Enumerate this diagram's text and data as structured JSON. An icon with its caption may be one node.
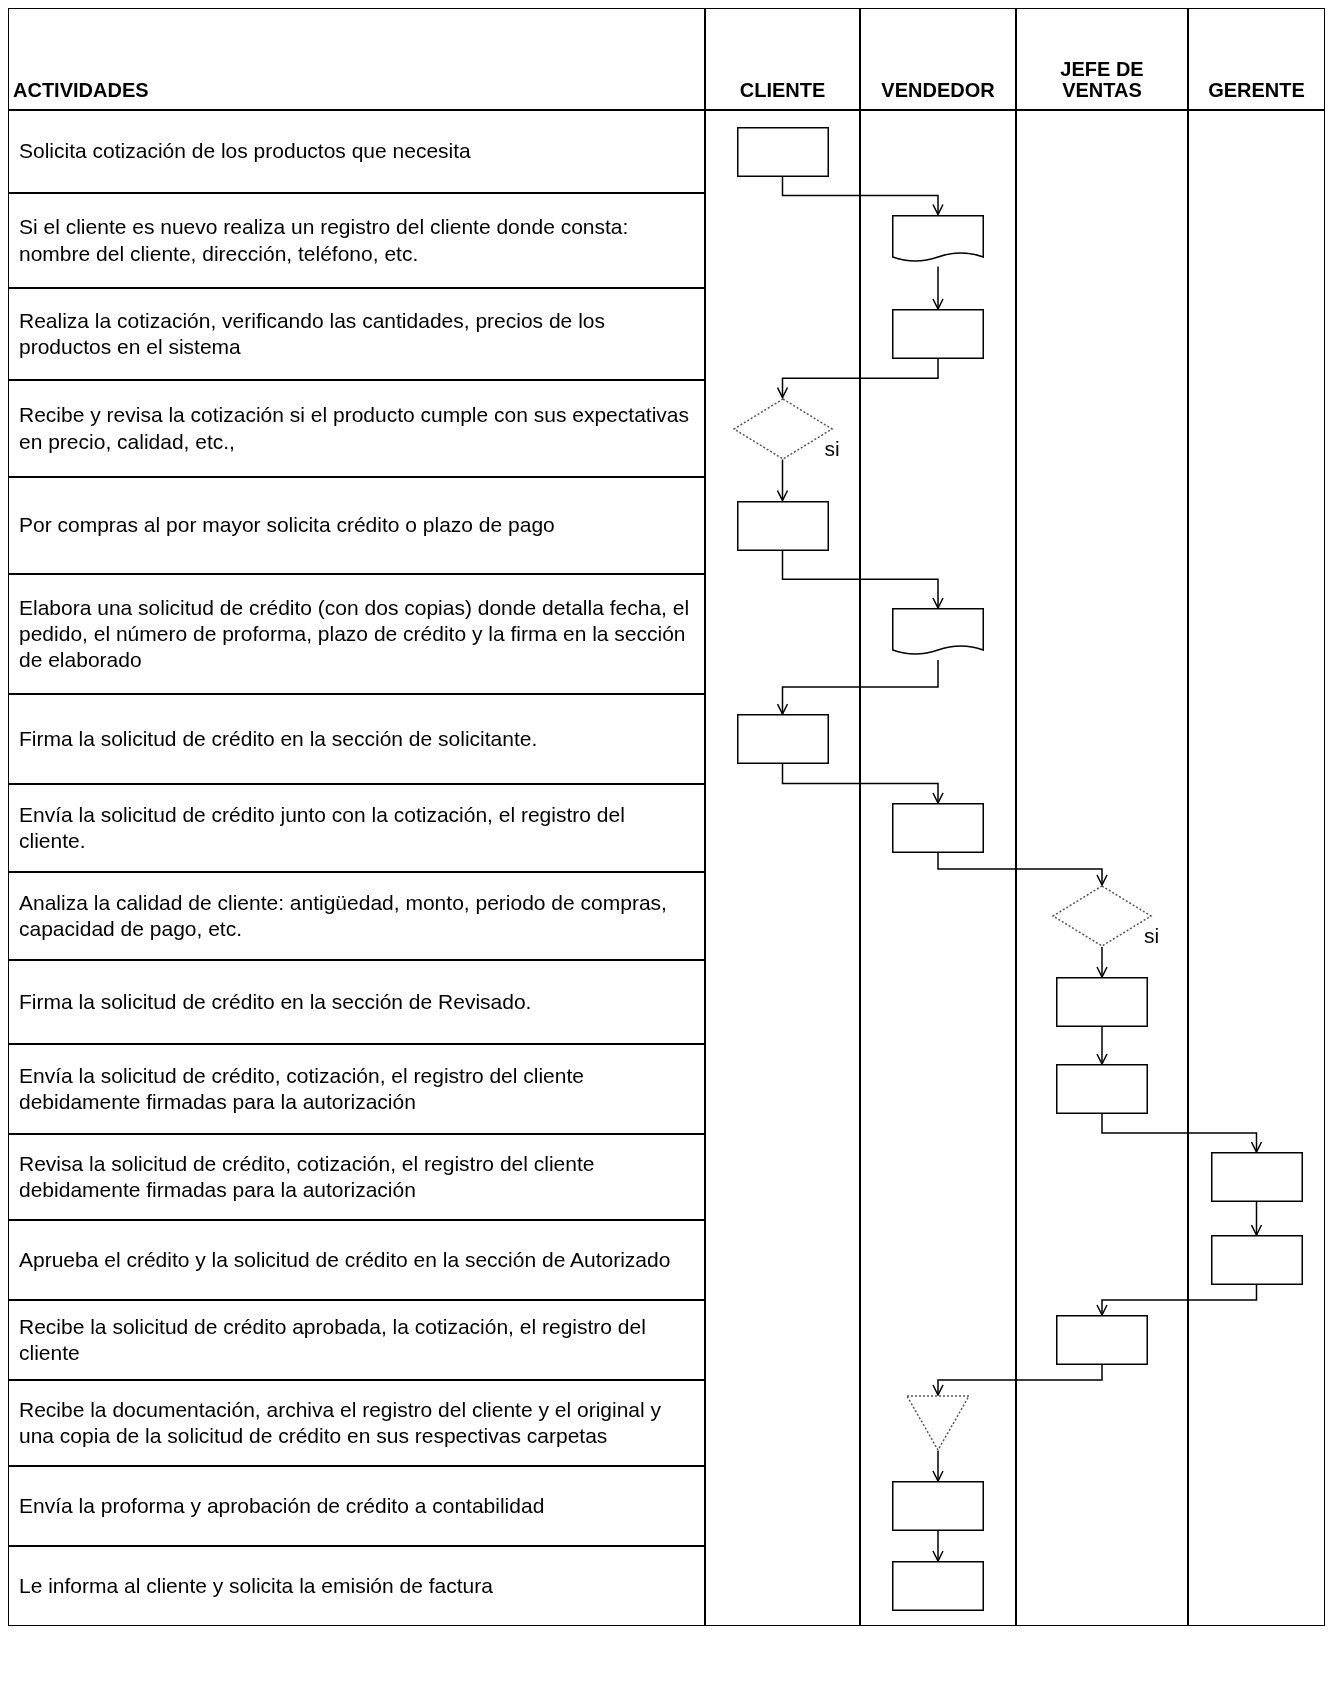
{
  "diagram": {
    "nodes": [
      {
        "text": [],
        "shape": "box"
      },
      {
        "text": [],
        "shape": "document"
      },
      {
        "text": [],
        "shape": "box"
      },
      {
        "text": [],
        "shape": "diamond"
      },
      {
        "text": [],
        "shape": "box"
      },
      {
        "text": [],
        "shape": "document"
      },
      {
        "text": [],
        "shape": "box"
      },
      {
        "text": [],
        "shape": "box"
      },
      {
        "text": [],
        "shape": "diamond"
      },
      {
        "text": [],
        "shape": "box"
      },
      {
        "text": [],
        "shape": "box"
      },
      {
        "text": [],
        "shape": "box"
      },
      {
        "text": [],
        "shape": "box"
      },
      {
        "text": [],
        "shape": "box"
      },
      {
        "text": [],
        "shape": "triangle"
      },
      {
        "text": [],
        "shape": "box"
      },
      {
        "text": [],
        "shape": "box"
      }
    ],
    "edges": [
      {
        "from": 0,
        "to": 1,
        "arrow": "to"
      },
      {
        "from": 1,
        "to": 2,
        "arrow": "to"
      },
      {
        "from": 2,
        "to": 3,
        "arrow": "to"
      },
      {
        "from": 3,
        "to": 4,
        "arrow": "to",
        "label": "si"
      },
      {
        "from": 4,
        "to": 5,
        "arrow": "to"
      },
      {
        "from": 5,
        "to": 6,
        "arrow": "to"
      },
      {
        "from": 6,
        "to": 7,
        "arrow": "to"
      },
      {
        "from": 7,
        "to": 8,
        "arrow": "to"
      },
      {
        "from": 8,
        "to": 9,
        "arrow": "to",
        "label": "si"
      },
      {
        "from": 9,
        "to": 10,
        "arrow": "to"
      },
      {
        "from": 10,
        "to": 11,
        "arrow": "to"
      },
      {
        "from": 11,
        "to": 12,
        "arrow": "to"
      },
      {
        "from": 12,
        "to": 13,
        "arrow": "to"
      },
      {
        "from": 13,
        "to": 14,
        "arrow": "to"
      },
      {
        "from": 14,
        "to": 15,
        "arrow": "to"
      },
      {
        "from": 15,
        "to": 16,
        "arrow": "to"
      }
    ],
    "labels": [
      "ACTIVIDADES",
      "CLIENTE",
      "VENDEDOR",
      "JEFE DE VENTAS",
      "GERENTE",
      "Solicita cotización de los productos que necesita",
      "Si el cliente es nuevo realiza un registro del cliente donde consta: nombre del cliente, dirección, teléfono, etc.",
      "Realiza la cotización, verificando las cantidades,  precios de los productos en el sistema",
      "Recibe y revisa la cotización si el producto cumple con sus expectativas en precio, calidad, etc.,",
      "Por compras al por mayor solicita crédito o plazo de pago",
      "Elabora una solicitud de crédito (con dos copias) donde detalla fecha, el pedido, el número de proforma, plazo de crédito y la firma en la sección de elaborado",
      "Firma la solicitud de crédito en la sección de solicitante.",
      "Envía la solicitud de crédito junto con la cotización, el registro del cliente.",
      "Analiza la calidad de cliente: antigüedad, monto, periodo de compras, capacidad de pago, etc.",
      "Firma la solicitud de crédito en la sección de Revisado.",
      "Envía la solicitud de crédito,  cotización, el registro del cliente debidamente firmadas para la autorización",
      "Revisa la solicitud de crédito,  cotización, el registro del cliente debidamente firmadas para la autorización",
      "Aprueba el crédito y la solicitud de crédito en la sección de Autorizado",
      "Recibe la solicitud de crédito aprobada, la cotización, el registro del cliente",
      "Recibe la documentación, archiva el registro del cliente y el original  y una copia de la solicitud de crédito en sus respectivas carpetas",
      "Envía la proforma y aprobación de crédito a contabilidad",
      "Le informa al cliente y solicita la emisión de factura"
    ]
  }
}
